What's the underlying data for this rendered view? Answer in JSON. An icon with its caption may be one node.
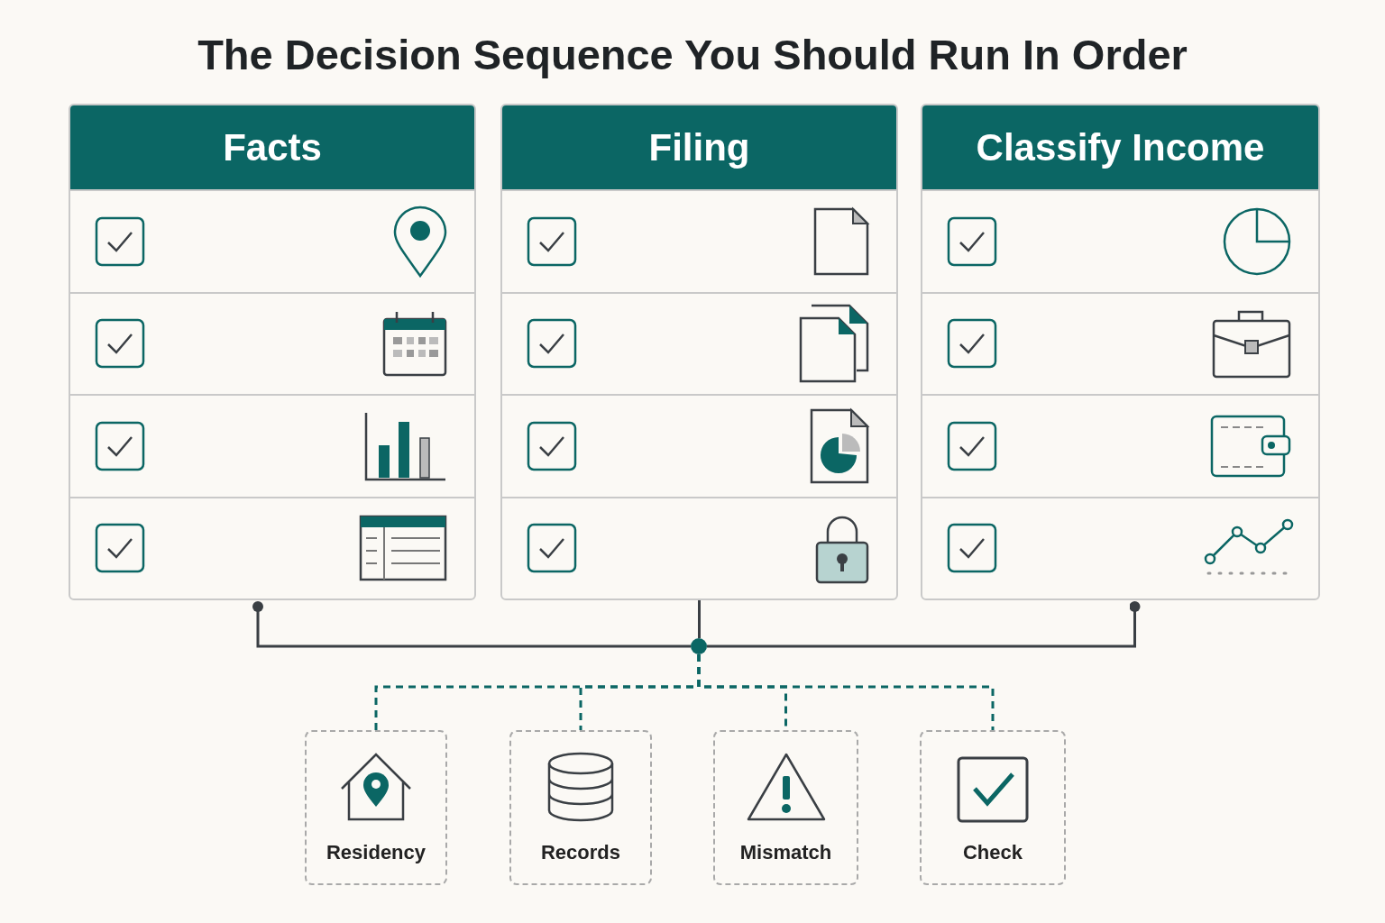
{
  "diagram": {
    "title": "The Decision Sequence You Should Run In Order",
    "nodes": [
      {
        "text": [
          "Facts"
        ]
      },
      {
        "text": [
          "Filing"
        ]
      },
      {
        "text": [
          "Classify Income"
        ]
      },
      {
        "text": [],
        "shape": "circle"
      },
      {
        "text": [
          "Residency"
        ]
      },
      {
        "text": [
          "Records"
        ]
      },
      {
        "text": [
          "Mismatch"
        ]
      },
      {
        "text": [
          "Check"
        ]
      }
    ],
    "edges": [
      {
        "from": 0,
        "to": 3,
        "arrow": "other",
        "color": "#3a3f44"
      },
      {
        "from": 1,
        "to": 3,
        "arrow": "none",
        "color": "#3a3f44"
      },
      {
        "from": 2,
        "to": 3,
        "arrow": "other",
        "color": "#3a3f44"
      },
      {
        "from": 3,
        "to": 4,
        "arrow": "none",
        "style": "dashed"
      },
      {
        "from": 3,
        "to": 5,
        "arrow": "none",
        "style": "dashed"
      },
      {
        "from": 3,
        "to": 6,
        "arrow": "none",
        "style": "dashed"
      },
      {
        "from": 3,
        "to": 7,
        "arrow": "none",
        "style": "dashed"
      }
    ]
  }
}
